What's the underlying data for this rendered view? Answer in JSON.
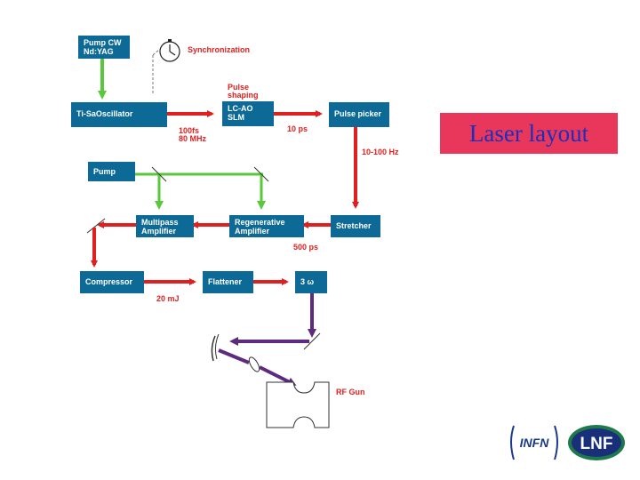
{
  "title": "Laser layout",
  "boxes": {
    "pump_cw": "Pump CW Nd:YAG",
    "oscillator": "Ti-SaOscillator",
    "lc_ao": "LC-AO SLM",
    "pulse_picker": "Pulse picker",
    "pump": "Pump",
    "multipass": "Multipass Amplifier",
    "regenerative": "Regenerative Amplifier",
    "stretcher": "Stretcher",
    "compressor": "Compressor",
    "flattener": "Flattener",
    "three_omega": "3 ω"
  },
  "labels": {
    "synchronization": "Synchronization",
    "pulse_shaping": "Pulse shaping",
    "fs_100": "100fs",
    "mhz_80": "80 MHz",
    "ps_10": "10 ps",
    "hz_range": "10-100 Hz",
    "ps_500": "500 ps",
    "mj_20": "20 mJ",
    "rf_gun": "RF Gun"
  },
  "logos": {
    "infn": "INFN",
    "lnf": "LNF"
  },
  "colors": {
    "box": "#0d6a96",
    "arrow_red": "#e02020",
    "arrow_green": "#5ac83c",
    "arrow_purple": "#5e2a7e",
    "title_bg": "#e8375a",
    "title_text": "#1a2fbf"
  }
}
